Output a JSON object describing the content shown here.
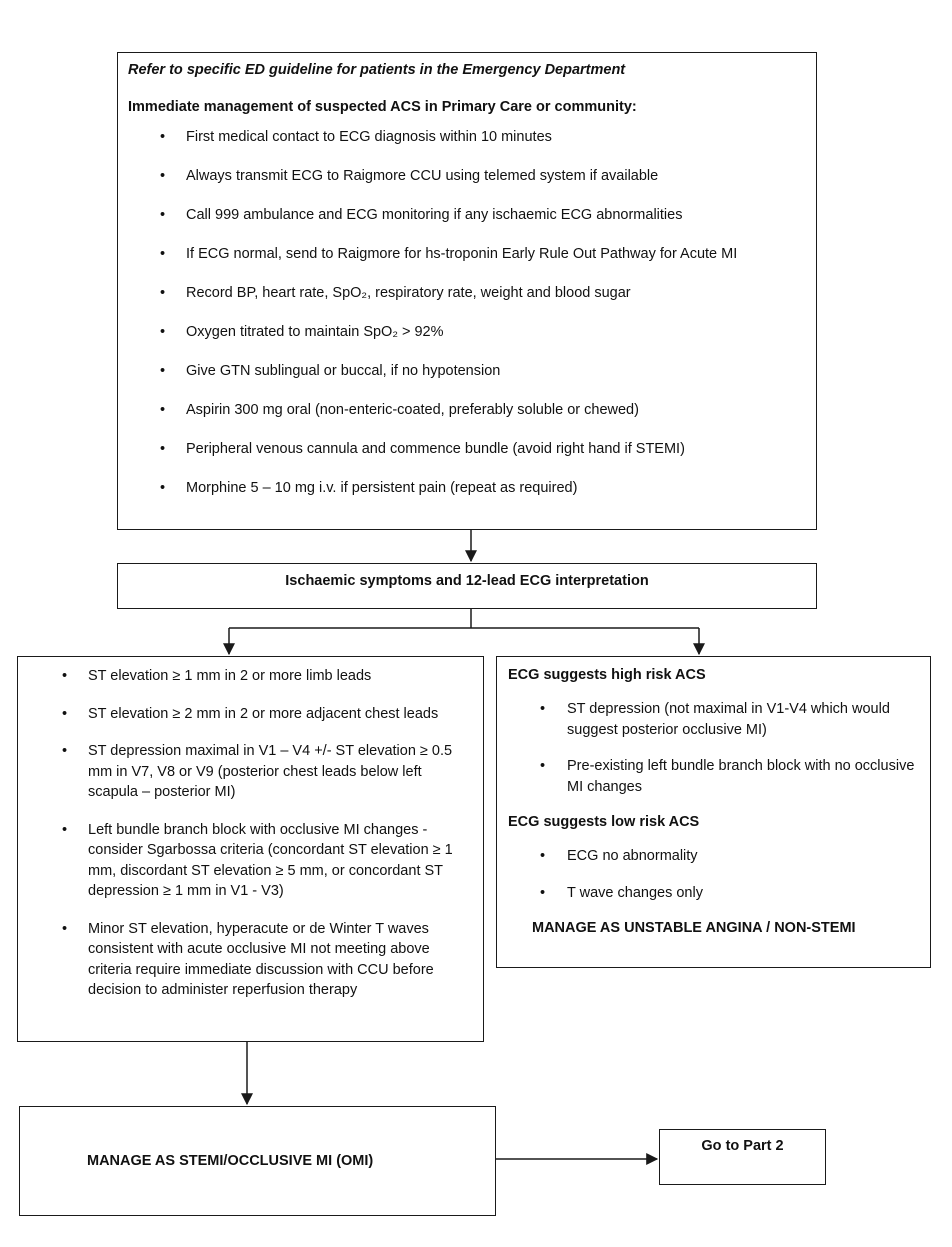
{
  "top_box": {
    "ed_note": "Refer to specific ED guideline for patients in the Emergency Department",
    "heading": "Immediate management of suspected ACS in Primary Care or community:",
    "items": [
      "First medical contact to ECG diagnosis within 10 minutes",
      "Always transmit ECG to Raigmore CCU using telemed system if available",
      "Call 999 ambulance and ECG monitoring if any ischaemic ECG abnormalities",
      "If ECG normal, send to Raigmore for hs-troponin Early Rule Out Pathway for Acute MI",
      "Record BP, heart rate, SpO₂, respiratory rate, weight and blood sugar",
      "Oxygen titrated to maintain SpO₂ > 92%",
      "Give GTN sublingual or buccal, if no hypotension",
      "Aspirin 300 mg oral (non-enteric-coated, preferably soluble or chewed)",
      "Peripheral venous cannula and commence bundle (avoid right hand if STEMI)",
      "Morphine 5 – 10 mg i.v. if persistent pain (repeat as required)"
    ]
  },
  "ecg_box": {
    "label": "Ischaemic symptoms and 12-lead ECG interpretation"
  },
  "stemi_criteria": {
    "items": [
      "ST elevation ≥ 1 mm in 2 or more limb leads",
      "ST elevation ≥ 2 mm in 2 or more adjacent chest leads",
      "ST depression maximal in V1 – V4 +/- ST elevation ≥ 0.5 mm in V7, V8 or V9 (posterior chest leads below left scapula – posterior MI)",
      "Left bundle branch block with occlusive MI changes - consider Sgarbossa criteria (concordant ST elevation ≥ 1 mm, discordant ST elevation ≥ 5 mm, or concordant ST depression ≥ 1 mm in V1 - V3)",
      "Minor ST elevation, hyperacute or de Winter T waves consistent with acute occlusive MI not meeting above criteria require immediate discussion with CCU before decision to administer reperfusion therapy"
    ]
  },
  "risk_box": {
    "high_heading": "ECG suggests high risk ACS",
    "high_items": [
      "ST depression (not maximal in V1-V4 which would suggest posterior occlusive MI)",
      "Pre-existing left bundle branch block with no occlusive MI changes"
    ],
    "low_heading": "ECG suggests low risk ACS",
    "low_items": [
      "ECG no abnormality",
      "T wave changes only"
    ],
    "manage": "MANAGE AS UNSTABLE ANGINA / NON-STEMI"
  },
  "stemi_box": {
    "label": "MANAGE AS STEMI/OCCLUSIVE MI (OMI)"
  },
  "part2_box": {
    "label": "Go to Part 2"
  }
}
